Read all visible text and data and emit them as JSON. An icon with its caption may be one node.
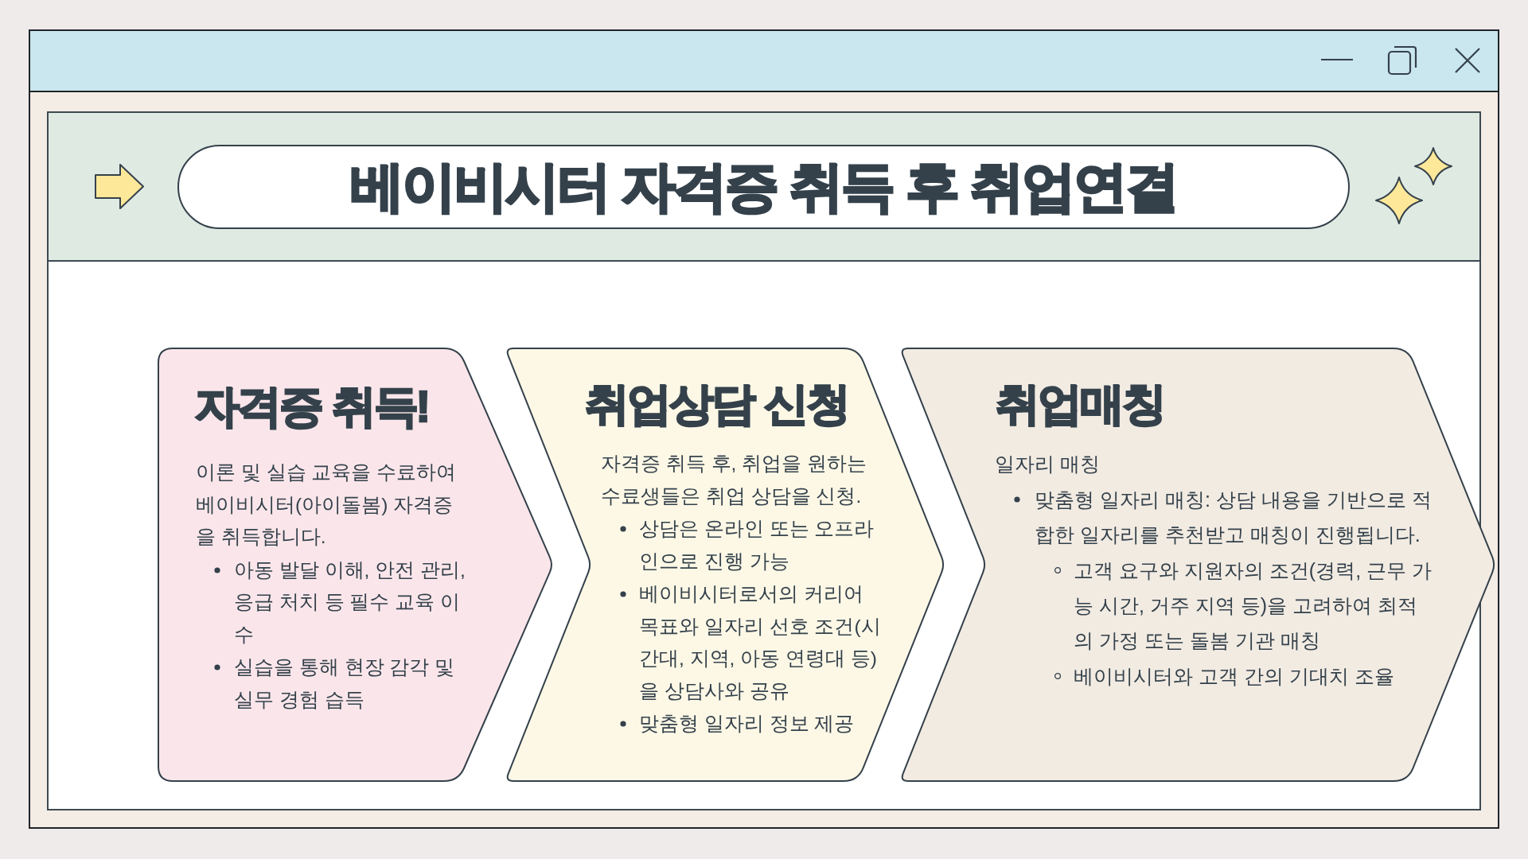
{
  "diagram": {
    "title": "베이비시터 자격증 취득 후 취업연결",
    "nodes": [
      {
        "text": [
          "자격증 취득!",
          "이론 및 실습 교육을 수료하여 베이비시터(아이돌봄) 자격증을 취득합니다.",
          "아동 발달 이해, 안전 관리, 응급 처치 등 필수 교육 이수",
          "실습을 통해 현장 감각 및 실무 경험 습득"
        ]
      },
      {
        "text": [
          "취업상담 신청",
          "자격증 취득 후, 취업을 원하는 수료생들은 취업 상담을 신청.",
          "상담은 온라인 또는 오프라인으로 진행 가능",
          "베이비시터로서의 커리어 목표와 일자리 선호 조건(시간대, 지역, 아동 연령대 등)을 상담사와 공유",
          "맞춤형 일자리 정보 제공"
        ]
      },
      {
        "text": [
          "취업매칭",
          "일자리 매칭",
          "맞춤형 일자리 매칭: 상담 내용을 기반으로 적합한 일자리를 추천받고 매칭이 진행됩니다.",
          "고객 요구와 지원자의 조건(경력, 근무 가능 시간, 거주 지역 등)을 고려하여 최적의 가정 또는 돌봄 기관 매칭",
          "베이비시터와 고객 간의 기대치 조율"
        ]
      }
    ]
  }
}
